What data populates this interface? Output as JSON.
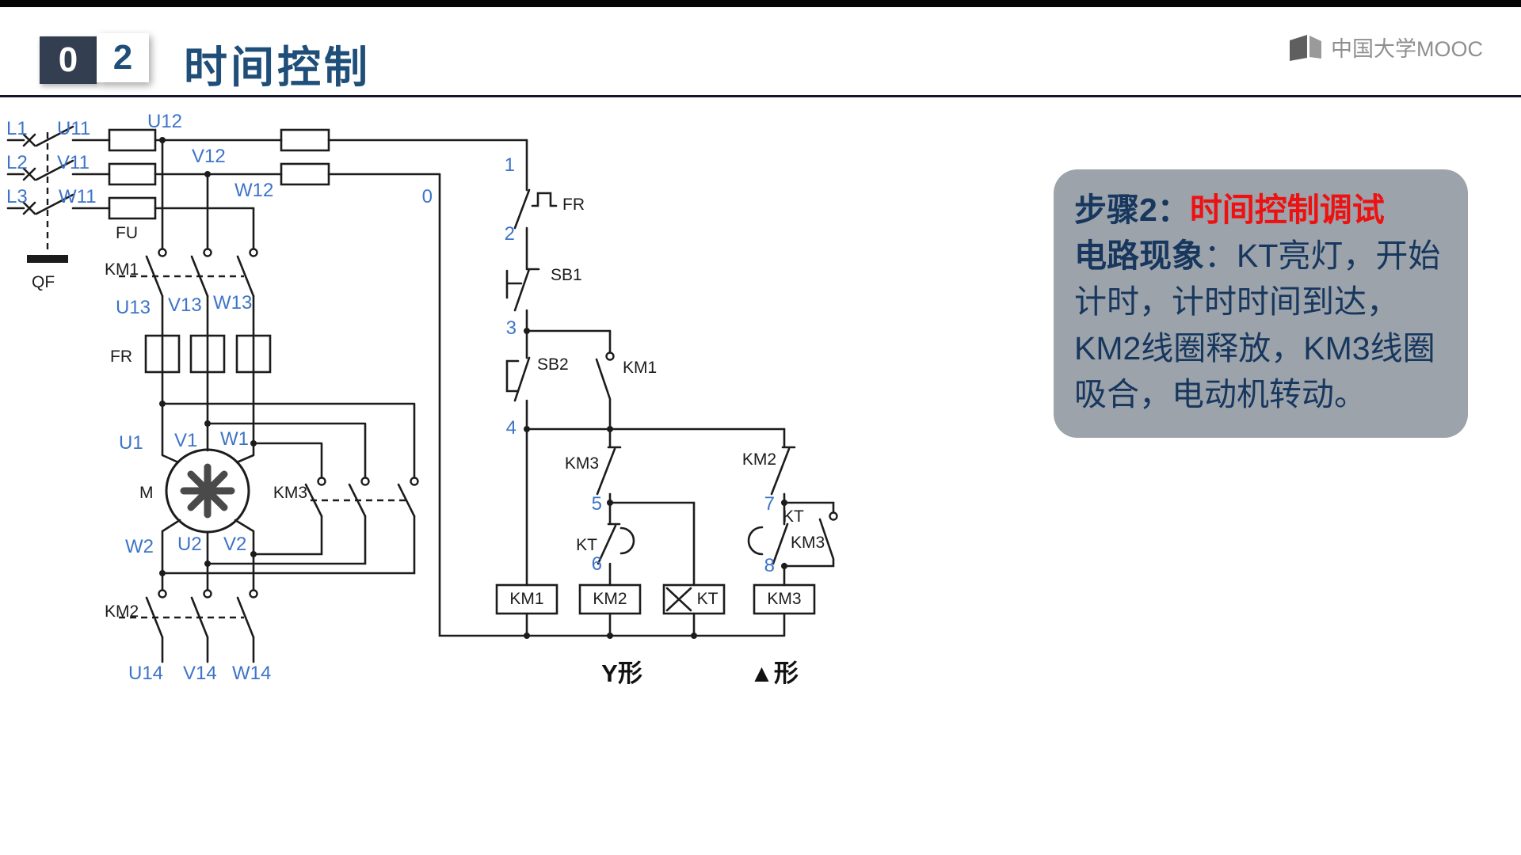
{
  "header": {
    "number_first": "0",
    "number_second": "2",
    "title": "时间控制"
  },
  "brand": {
    "name": "中国大学MOOC"
  },
  "note": {
    "step_label": "步骤2：",
    "step_highlight": "时间控制调试",
    "phenomenon_label": "电路现象",
    "phenomenon_text": "：KT亮灯，开始计时，计时时间到达，KM2线圈释放，KM3线圈吸合，电动机转动。"
  },
  "circuit": {
    "supply": {
      "l1": "L1",
      "l2": "L2",
      "l3": "L3",
      "u11": "U11",
      "v11": "V11",
      "w11": "W11",
      "u12": "U12",
      "v12": "V12",
      "w12": "W12",
      "fu": "FU",
      "qf": "QF"
    },
    "main": {
      "km1": "KM1",
      "fr": "FR",
      "u13": "U13",
      "v13": "V13",
      "w13": "W13",
      "u1": "U1",
      "v1": "V1",
      "w1": "W1",
      "m": "M",
      "km3": "KM3",
      "w2": "W2",
      "u2": "U2",
      "v2": "V2",
      "km2": "KM2",
      "u14": "U14",
      "v14": "V14",
      "w14": "W14"
    },
    "control": {
      "n0": "0",
      "n1": "1",
      "n2": "2",
      "n3": "3",
      "n4": "4",
      "n5": "5",
      "n6": "6",
      "n7": "7",
      "n8": "8",
      "fr": "FR",
      "sb1": "SB1",
      "sb2": "SB2",
      "km1_aux": "KM1",
      "km3_nc": "KM3",
      "kt_nc": "KT",
      "km2_nc": "KM2",
      "kt_no": "KT",
      "km3_aux": "KM3",
      "coil_km1": "KM1",
      "coil_km2": "KM2",
      "coil_kt": "KT",
      "coil_km3": "KM3",
      "star_label": "Y形",
      "delta_label": "▲形"
    }
  }
}
